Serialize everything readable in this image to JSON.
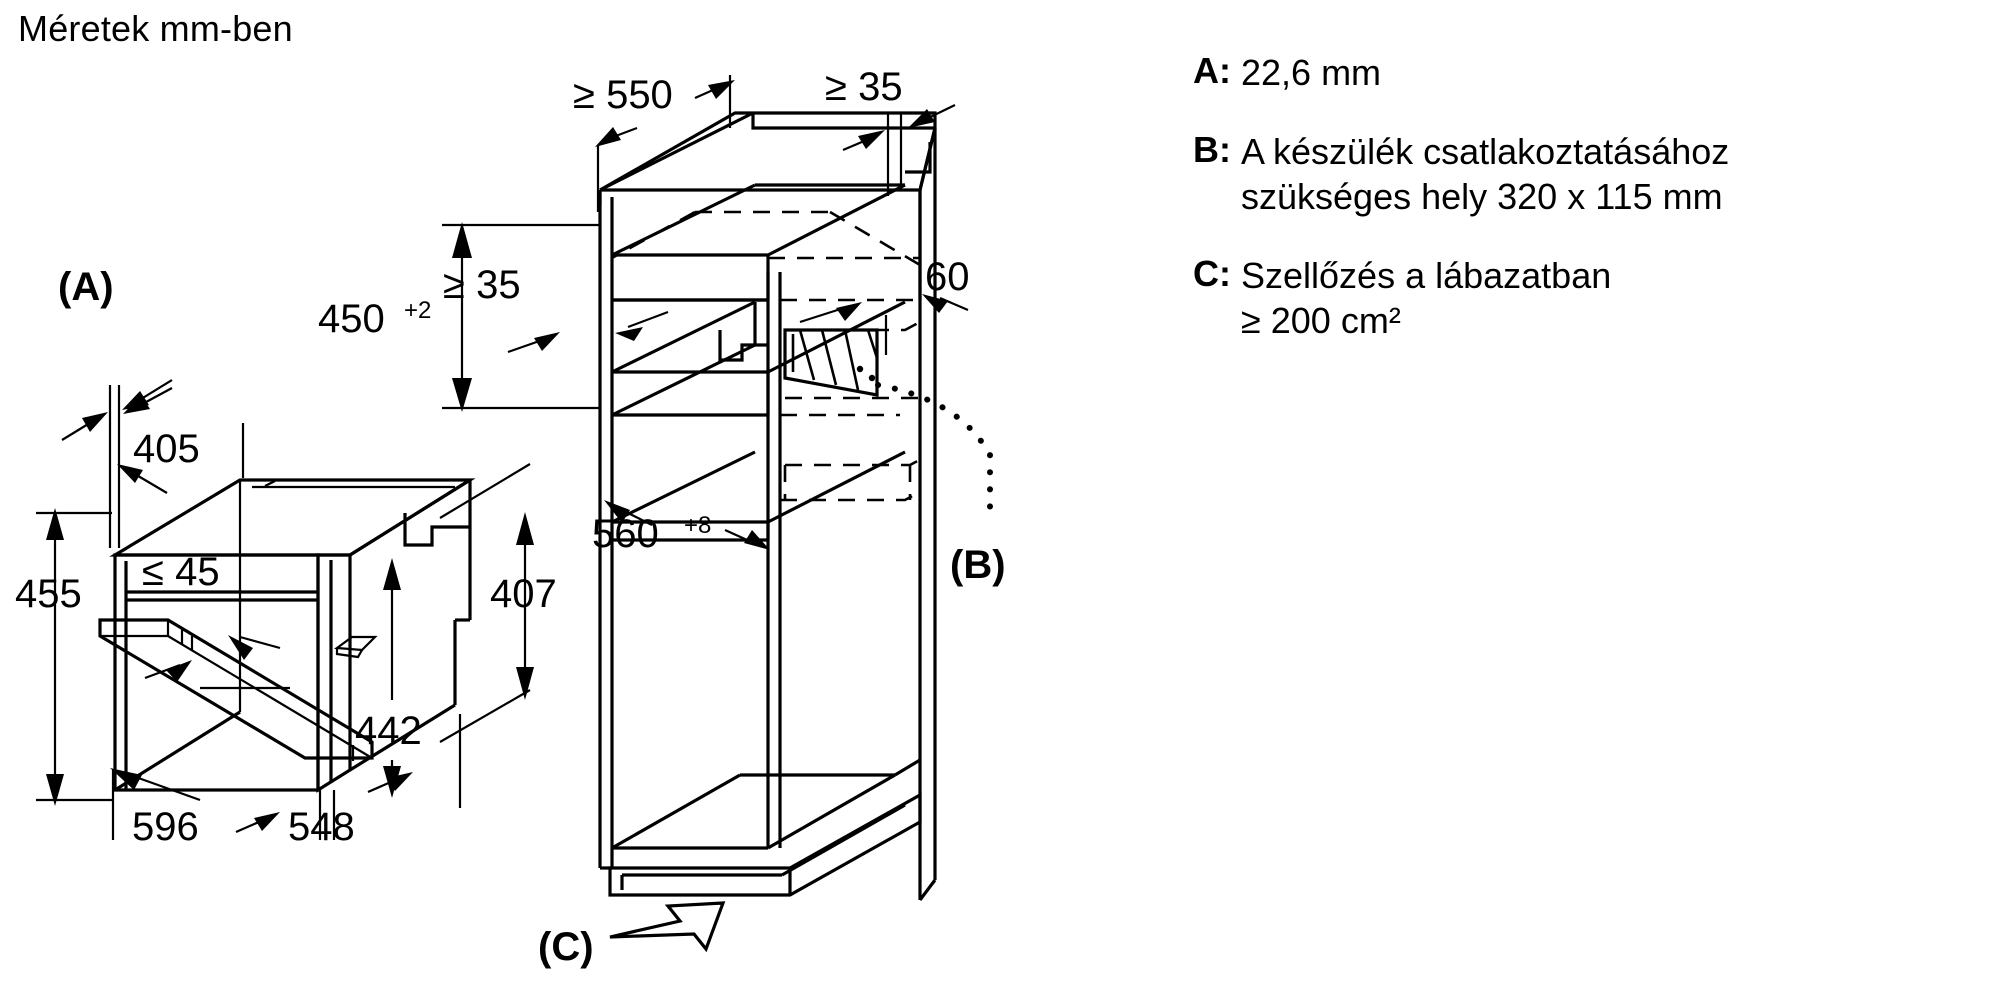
{
  "title": "Méretek mm-ben",
  "legend": [
    {
      "key": "A:",
      "line1": "22,6 mm",
      "line2": ""
    },
    {
      "key": "B:",
      "line1": "A készülék csatlakoztatásához",
      "line2": "szükséges hely 320 x 115 mm"
    },
    {
      "key": "C:",
      "line1": "Szellőzés a lábazatban",
      "line2": "≥ 200 cm²"
    }
  ],
  "appliance": {
    "callout_a": "(A)",
    "dim_depth_top": "405",
    "dim_height_left": "455",
    "dim_height_right_inner": "442",
    "dim_height_right_outer": "407",
    "dim_door_gap": "≤ 45",
    "dim_width": "596",
    "dim_depth": "548"
  },
  "cabinet": {
    "dim_depth": "≥ 550",
    "dim_gap_top": "≥ 35",
    "dim_niche_height": "450",
    "dim_niche_height_tol": "+2",
    "dim_gap_mid": "≥ 35",
    "dim_socket_depth": "60",
    "dim_niche_width": "560",
    "dim_niche_width_tol": "+8",
    "callout_b": "(B)",
    "callout_c": "(C)"
  },
  "colors": {
    "ink": "#000000",
    "paper": "#ffffff"
  }
}
